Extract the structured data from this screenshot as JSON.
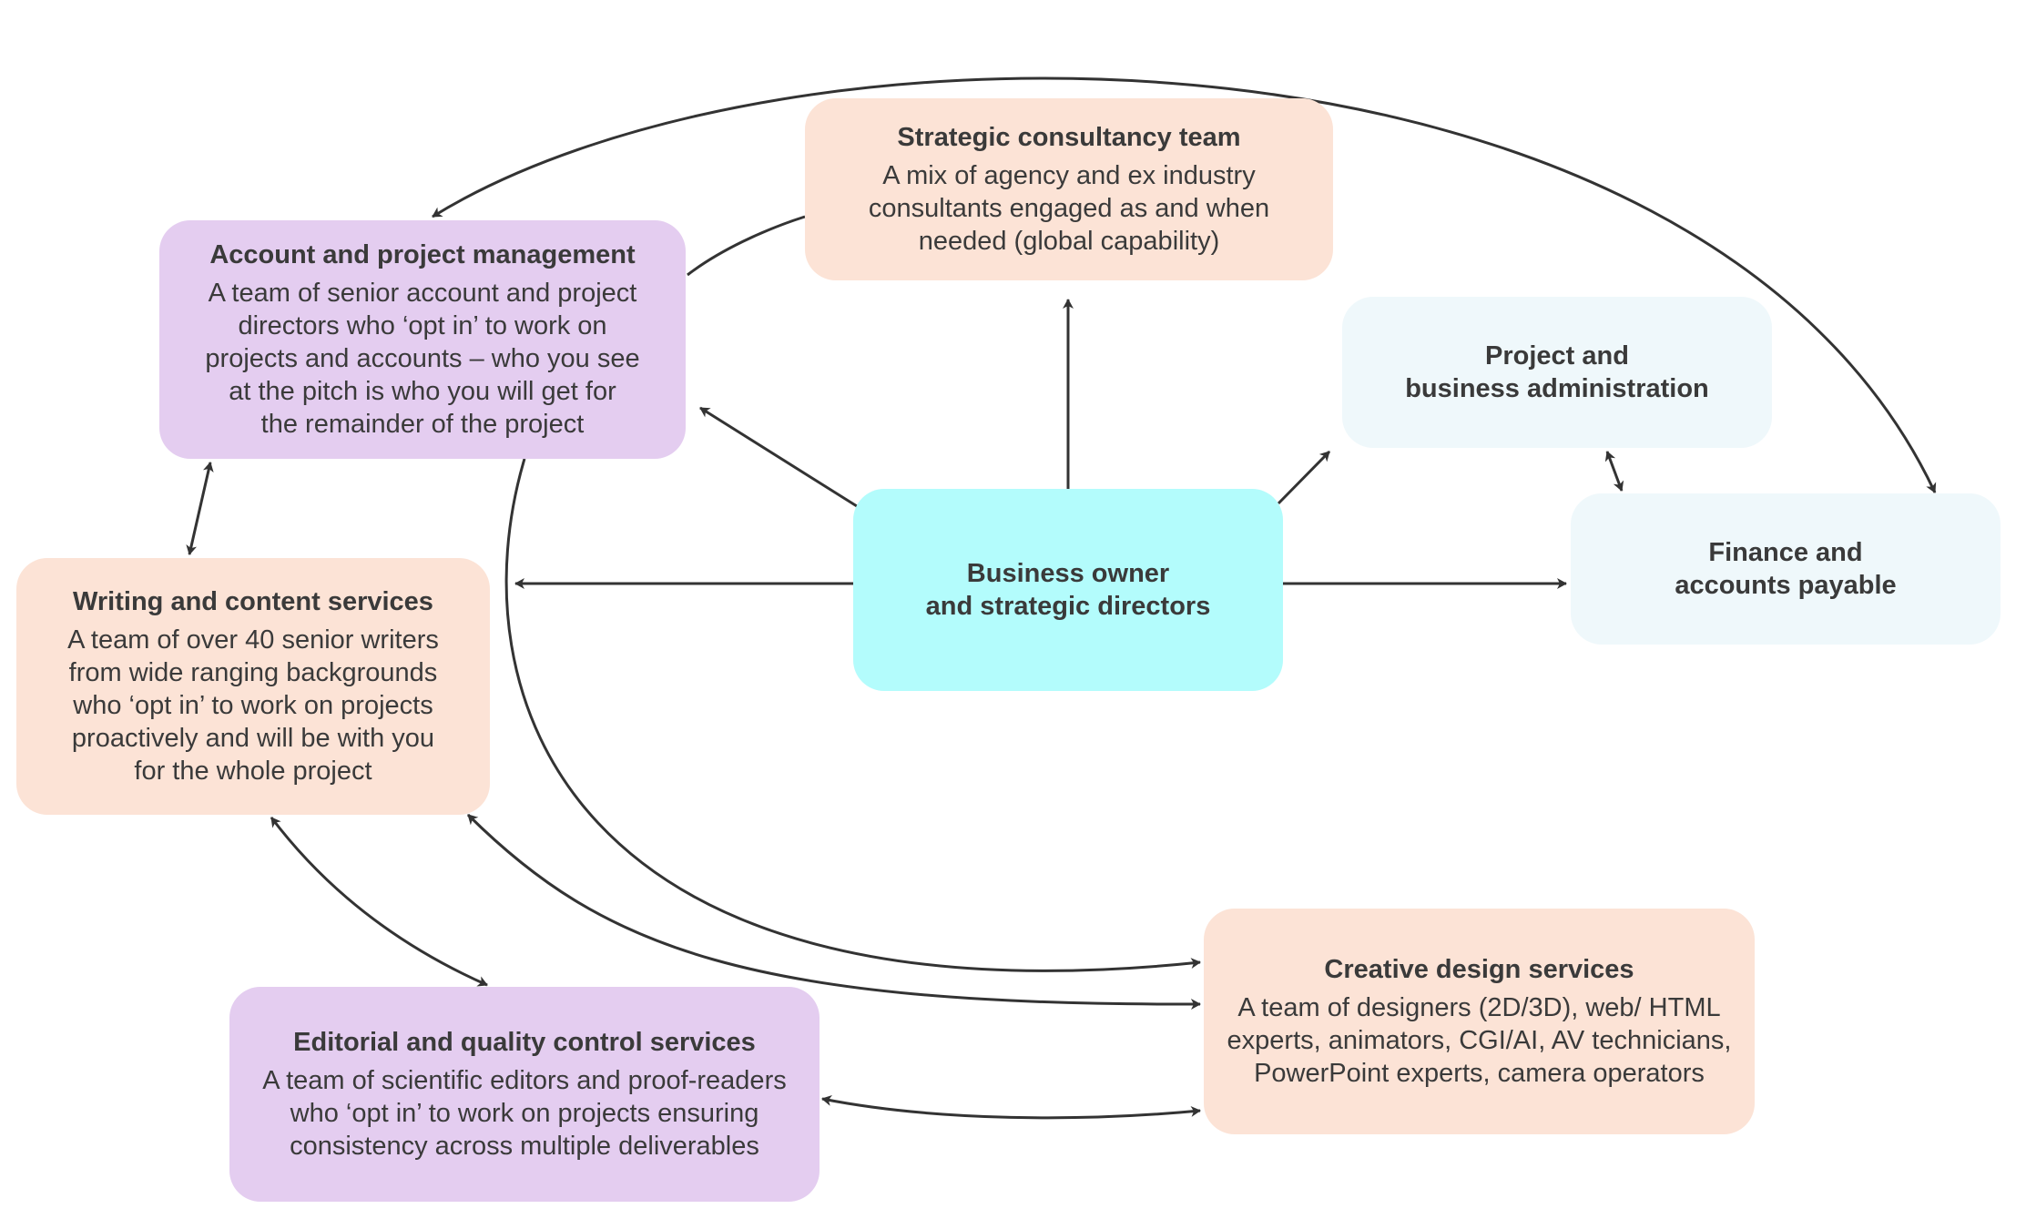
{
  "nodes": {
    "strategic": {
      "title": "Strategic consultancy team",
      "desc": "A mix of agency and ex industry\nconsultants engaged as and when\nneeded (global capability)"
    },
    "account": {
      "title": "Account and project management",
      "desc": "A team of senior account and project\ndirectors who ‘opt in’ to work on\nprojects and accounts – who you see\nat the pitch is who you will get for\nthe remainder of the project"
    },
    "project_admin": {
      "title": "Project and\nbusiness administration"
    },
    "business": {
      "title": "Business owner\nand strategic directors"
    },
    "finance": {
      "title": "Finance and\naccounts payable"
    },
    "writing": {
      "title": "Writing and content services",
      "desc": "A team of over 40 senior writers\nfrom wide ranging backgrounds\nwho ‘opt in’ to work on projects\nproactively and will be with you\nfor the whole project"
    },
    "creative": {
      "title": "Creative design services",
      "desc": "A team of designers (2D/3D), web/ HTML\nexperts, animators, CGI/AI, AV technicians,\nPowerPoint experts, camera operators"
    },
    "editorial": {
      "title": "Editorial and quality control services",
      "desc": "A team of scientific editors and proof-readers\nwho ‘opt in’ to work on projects ensuring\nconsistency across multiple deliverables"
    }
  },
  "colors": {
    "peach": "#fce3d6",
    "lavender": "#e4cdf0",
    "cyan": "#b3fcfc",
    "pale": "#eff8fb",
    "text": "#3a3a3a",
    "connector": "#333333"
  }
}
